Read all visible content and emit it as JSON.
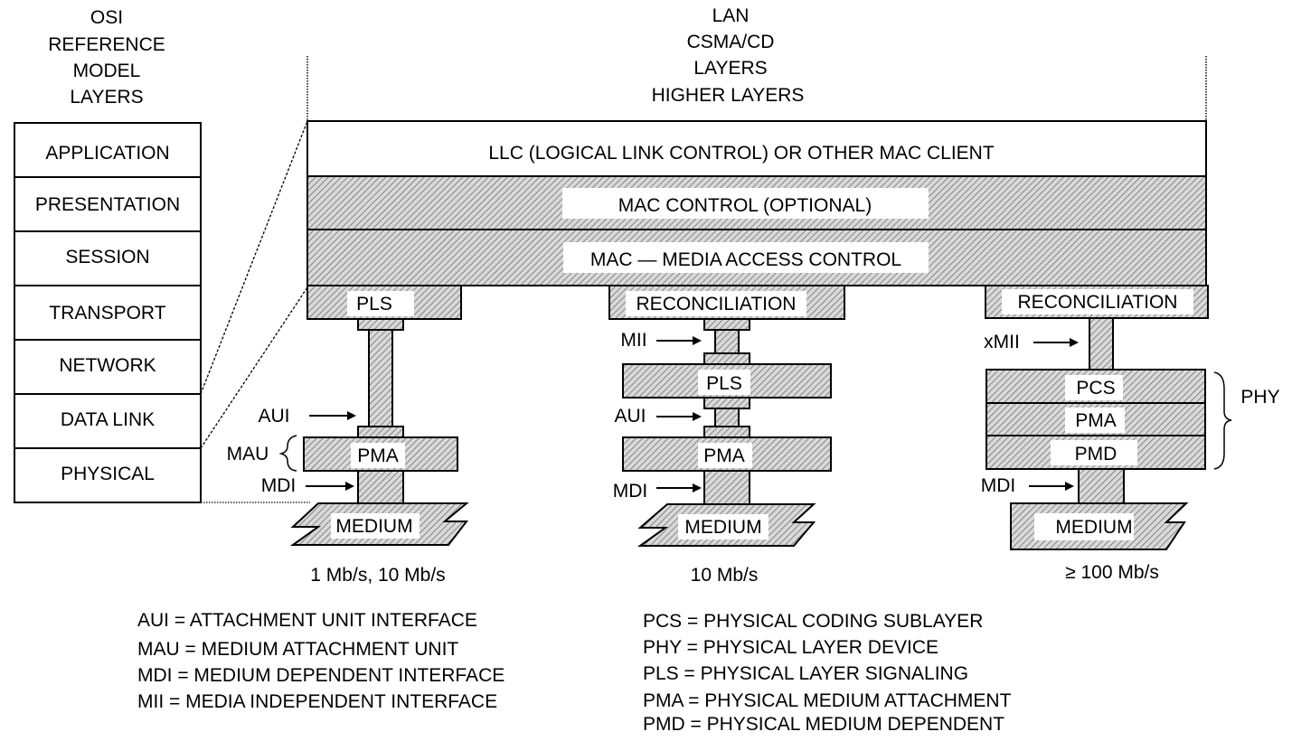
{
  "osi_header": [
    "OSI",
    "REFERENCE",
    "MODEL",
    "LAYERS"
  ],
  "lan_header": [
    "LAN",
    "CSMA/CD",
    "LAYERS",
    "HIGHER LAYERS"
  ],
  "osi_layers": [
    "APPLICATION",
    "PRESENTATION",
    "SESSION",
    "TRANSPORT",
    "NETWORK",
    "DATA LINK",
    "PHYSICAL"
  ],
  "lan_layers": {
    "llc": "LLC (LOGICAL LINK CONTROL) OR OTHER MAC CLIENT",
    "mac_control": "MAC CONTROL (OPTIONAL)",
    "mac": "MAC — MEDIA ACCESS CONTROL"
  },
  "stacks": [
    {
      "top": "PLS",
      "interfaces": {
        "aui": "AUI",
        "mdi": "MDI"
      },
      "brace_label": "MAU",
      "sublayers": [
        "PMA"
      ],
      "medium": "MEDIUM",
      "speed": "1 Mb/s, 10 Mb/s"
    },
    {
      "top": "RECONCILIATION",
      "interfaces": {
        "mii": "MII",
        "aui": "AUI",
        "mdi": "MDI"
      },
      "sublayers": [
        "PLS",
        "PMA"
      ],
      "medium": "MEDIUM",
      "speed": "10 Mb/s"
    },
    {
      "top": "RECONCILIATION",
      "interfaces": {
        "xmii": "xMII",
        "mdi": "MDI"
      },
      "brace_label": "PHY",
      "sublayers": [
        "PCS",
        "PMA",
        "PMD"
      ],
      "medium": "MEDIUM",
      "speed": "≥ 100 Mb/s"
    }
  ],
  "legend_left": [
    "AUI = ATTACHMENT UNIT INTERFACE",
    "MAU = MEDIUM ATTACHMENT UNIT",
    "MDI = MEDIUM DEPENDENT INTERFACE",
    "MII = MEDIA INDEPENDENT INTERFACE"
  ],
  "legend_right": [
    "PCS = PHYSICAL CODING SUBLAYER",
    "PHY = PHYSICAL LAYER DEVICE",
    "PLS = PHYSICAL LAYER SIGNALING",
    "PMA = PHYSICAL MEDIUM ATTACHMENT",
    "PMD = PHYSICAL MEDIUM DEPENDENT"
  ],
  "colors": {
    "line": "#000000",
    "hatch_bg": "#d9d9d9",
    "hatch_line": "#6e6e6e",
    "label_bg": "#ffffff"
  }
}
